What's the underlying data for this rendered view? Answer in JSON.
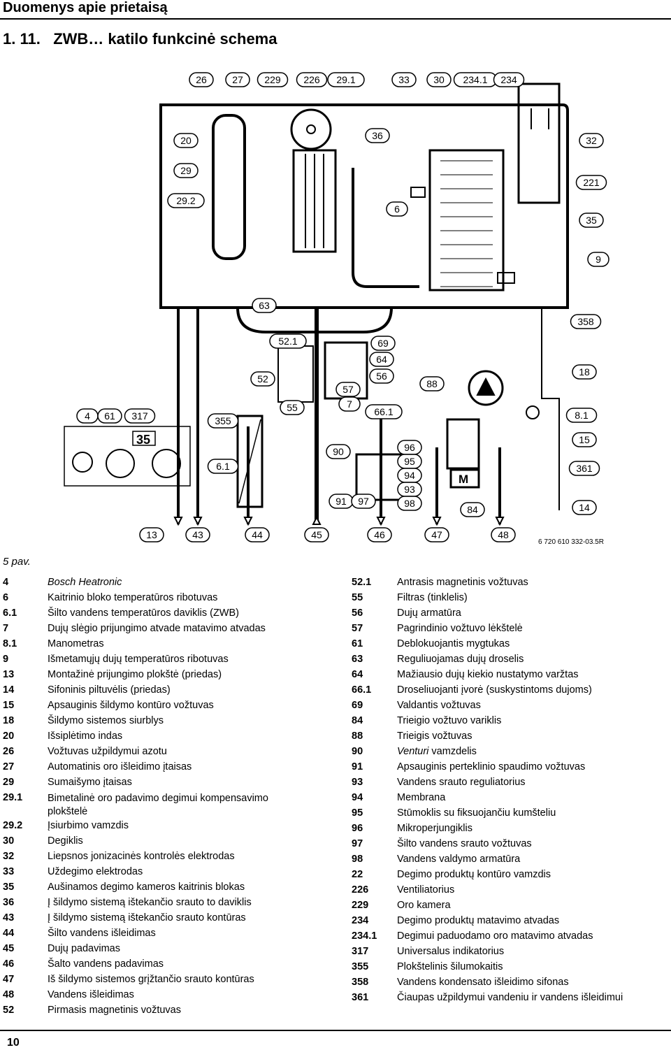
{
  "header": {
    "title": "Duomenys apie prietaisą"
  },
  "section": {
    "number": "1. 11.",
    "title": "ZWB… katilo funkcinė schema"
  },
  "diagram": {
    "ref_code": "6 720 610 332-03.5R",
    "display_reading": "35",
    "motor_label": "M",
    "callouts_top": [
      "26",
      "27",
      "229",
      "226",
      "29.1",
      "33",
      "30",
      "234.1",
      "234"
    ],
    "callouts_left": [
      "20",
      "29",
      "29.2"
    ],
    "callouts_mid": [
      "36",
      "6",
      "63"
    ],
    "callouts_right": [
      "32",
      "221",
      "35",
      "9",
      "358",
      "18",
      "8.1",
      "15",
      "361",
      "14"
    ],
    "callouts_controls": [
      "4",
      "61",
      "317",
      "355",
      "6.1"
    ],
    "callouts_center": [
      "52.1",
      "52",
      "55",
      "57",
      "7",
      "69",
      "64",
      "56",
      "66.1",
      "88",
      "90",
      "91",
      "97",
      "96",
      "95",
      "94",
      "93",
      "98",
      "84"
    ],
    "callouts_bottom": [
      "13",
      "43",
      "44",
      "45",
      "46",
      "47",
      "48"
    ]
  },
  "figure": {
    "label": "5 pav."
  },
  "legend_left": [
    {
      "num": "4",
      "text": "Bosch Heatronic",
      "italic": true
    },
    {
      "num": "6",
      "text": "Kaitrinio bloko temperatūros ribotuvas"
    },
    {
      "num": "6.1",
      "text": "Šilto vandens temperatūros daviklis (ZWB)"
    },
    {
      "num": "7",
      "text": "Dujų slėgio prijungimo atvade matavimo atvadas"
    },
    {
      "num": "8.1",
      "text": "Manometras"
    },
    {
      "num": "9",
      "text": "Išmetamųjų dujų temperatūros ribotuvas"
    },
    {
      "num": "13",
      "text": "Montažinė prijungimo plokštė (priedas)"
    },
    {
      "num": "14",
      "text": "Sifoninis piltuvėlis (priedas)"
    },
    {
      "num": "15",
      "text": "Apsauginis šildymo kontūro vožtuvas"
    },
    {
      "num": "18",
      "text": "Šildymo sistemos siurblys"
    },
    {
      "num": "20",
      "text": "Išsiplėtimo indas"
    },
    {
      "num": "26",
      "text": "Vožtuvas užpildymui azotu"
    },
    {
      "num": "27",
      "text": "Automatinis oro išleidimo įtaisas"
    },
    {
      "num": "29",
      "text": "Sumaišymo įtaisas"
    },
    {
      "num": "29.1",
      "text": "Bimetalinė oro padavimo degimui kompensavimo plokštelė",
      "two": true
    },
    {
      "num": "29.2",
      "text": "Įsiurbimo vamzdis"
    },
    {
      "num": "30",
      "text": "Degiklis"
    },
    {
      "num": "32",
      "text": "Liepsnos jonizacinės kontrolės elektrodas"
    },
    {
      "num": "33",
      "text": "Uždegimo elektrodas"
    },
    {
      "num": "35",
      "text": "Aušinamos degimo kameros kaitrinis blokas"
    },
    {
      "num": "36",
      "text": "Į šildymo sistemą ištekančio srauto to daviklis"
    },
    {
      "num": "43",
      "text": "Į šildymo sistemą ištekančio srauto kontūras"
    },
    {
      "num": "44",
      "text": "Šilto vandens išleidimas"
    },
    {
      "num": "45",
      "text": "Dujų padavimas"
    },
    {
      "num": "46",
      "text": "Šalto vandens padavimas"
    },
    {
      "num": "47",
      "text": "Iš šildymo sistemos grįžtančio srauto kontūras"
    },
    {
      "num": "48",
      "text": "Vandens išleidimas"
    },
    {
      "num": "52",
      "text": "Pirmasis magnetinis vožtuvas"
    }
  ],
  "legend_right": [
    {
      "num": "52.1",
      "text": "Antrasis magnetinis vožtuvas"
    },
    {
      "num": "55",
      "text": "Filtras (tinklelis)"
    },
    {
      "num": "56",
      "text": "Dujų armatūra"
    },
    {
      "num": "57",
      "text": "Pagrindinio vožtuvo lėkštelė"
    },
    {
      "num": "61",
      "text": "Deblokuojantis mygtukas"
    },
    {
      "num": "63",
      "text": "Reguliuojamas dujų droselis"
    },
    {
      "num": "64",
      "text": "Mažiausio dujų kiekio nustatymo varžtas"
    },
    {
      "num": "66.1",
      "text": "Droseliuojanti įvorė (suskystintoms dujoms)"
    },
    {
      "num": "69",
      "text": "Valdantis vožtuvas"
    },
    {
      "num": "84",
      "text": "Trieigio vožtuvo variklis"
    },
    {
      "num": "88",
      "text": "Trieigis vožtuvas"
    },
    {
      "num": "90",
      "text": "Venturi vamzdelis",
      "italic_word": "Venturi",
      "rest": " vamzdelis"
    },
    {
      "num": "91",
      "text": "Apsauginis perteklinio spaudimo vožtuvas"
    },
    {
      "num": "93",
      "text": "Vandens srauto reguliatorius"
    },
    {
      "num": "94",
      "text": "Membrana"
    },
    {
      "num": "95",
      "text": "Stūmoklis su fiksuojančiu kumšteliu"
    },
    {
      "num": "96",
      "text": "Mikroperjungiklis"
    },
    {
      "num": "97",
      "text": "Šilto vandens srauto vožtuvas"
    },
    {
      "num": "98",
      "text": "Vandens valdymo armatūra"
    },
    {
      "num": "22",
      "text": "Degimo produktų kontūro vamzdis"
    },
    {
      "num": "226",
      "text": "Ventiliatorius"
    },
    {
      "num": "229",
      "text": "Oro kamera"
    },
    {
      "num": "234",
      "text": "Degimo produktų matavimo atvadas"
    },
    {
      "num": "234.1",
      "text": "Degimui paduodamo oro matavimo atvadas"
    },
    {
      "num": "317",
      "text": "Universalus indikatorius"
    },
    {
      "num": "355",
      "text": "Plokštelinis šilumokaitis"
    },
    {
      "num": "358",
      "text": "Vandens kondensato išleidimo sifonas"
    },
    {
      "num": "361",
      "text": "Čiaupas užpildymui vandeniu ir vandens išleidimui"
    }
  ],
  "footer": {
    "page_number": "10"
  }
}
